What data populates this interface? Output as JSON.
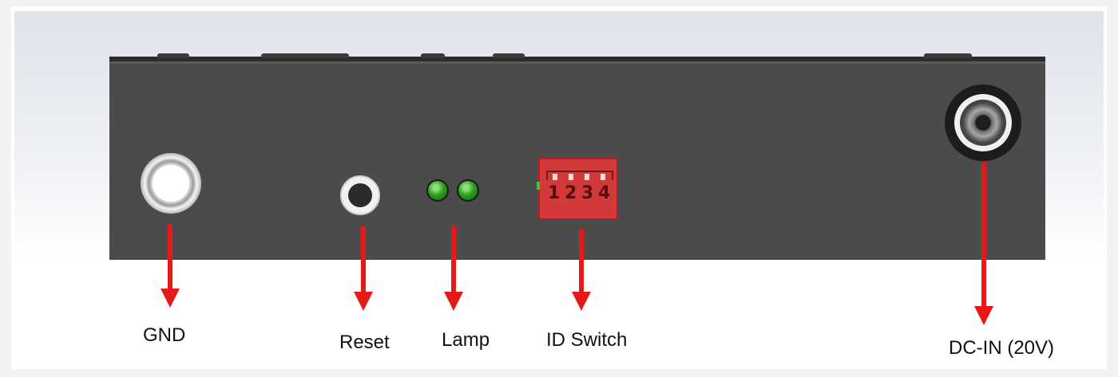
{
  "labels": {
    "gnd": "GND",
    "reset": "Reset",
    "lamp": "Lamp",
    "id_switch": "ID Switch",
    "dc_in": "DC-IN (20V)"
  },
  "dip_switch": {
    "positions": [
      "1",
      "2",
      "3",
      "4"
    ]
  },
  "colors": {
    "arrow": "#e81818",
    "led": "#2fa11f",
    "dip_switch": "#d23a3a",
    "device_body": "#4b4b4b"
  }
}
